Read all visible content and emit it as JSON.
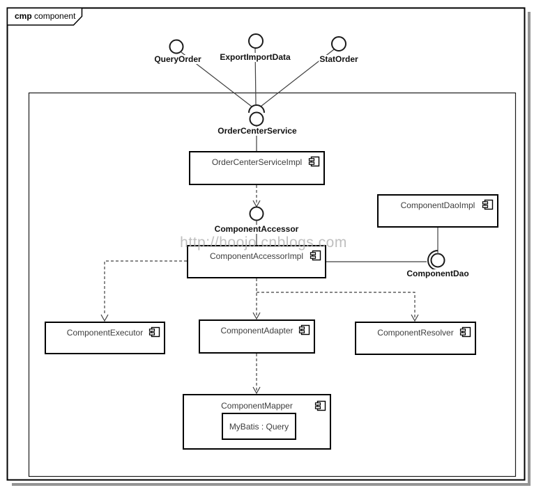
{
  "frame": {
    "tag_keyword": "cmp",
    "tag_name": "component"
  },
  "watermark": {
    "text": "http://hoojo.cnblogs.com",
    "color": "#b5b5b5"
  },
  "interfaces": {
    "query_order": "QueryOrder",
    "export_import_data": "ExportImportData",
    "stat_order": "StatOrder",
    "order_center_service": "OrderCenterService",
    "component_accessor": "ComponentAccessor",
    "component_dao": "ComponentDao"
  },
  "components": {
    "order_center_service_impl": "OrderCenterServiceImpl",
    "component_dao_impl": "ComponentDaoImpl",
    "component_accessor_impl": "ComponentAccessorImpl",
    "component_executor": "ComponentExecutor",
    "component_adapter": "ComponentAdapter",
    "component_resolver": "ComponentResolver",
    "component_mapper": "ComponentMapper",
    "mybatis_query": "MyBatis : Query"
  },
  "colors": {
    "border": "#000000",
    "connector": "#3f3f3f",
    "shadow": "#949494",
    "box_text": "#3d3d3d",
    "interface_text": "#111111"
  }
}
